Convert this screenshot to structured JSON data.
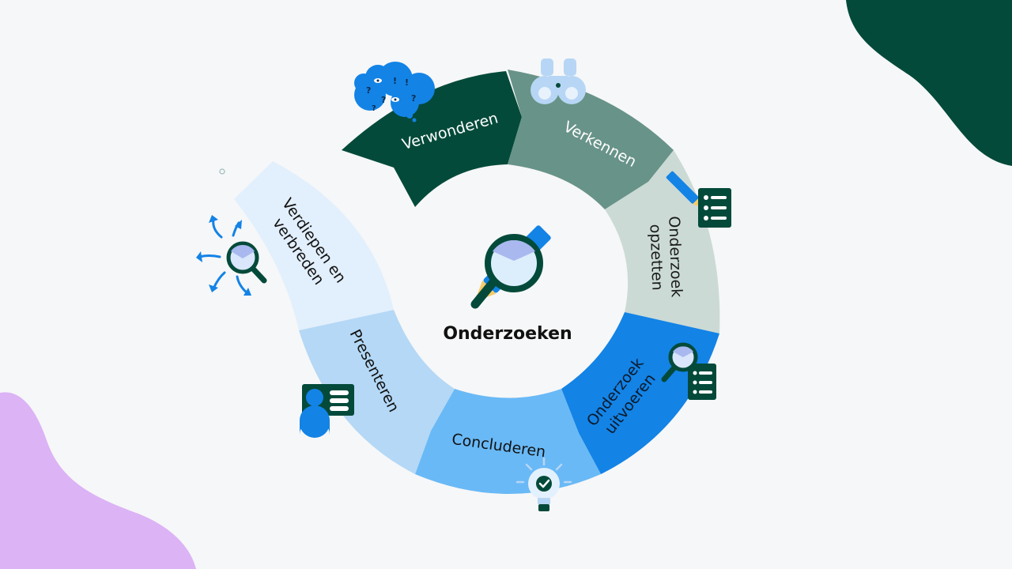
{
  "center": {
    "title": "Onderzoeken"
  },
  "segments": [
    {
      "label": "Verwonderen",
      "lines": [
        "Verwonderen"
      ],
      "color": "#034a3a",
      "text_color": "#ffffff"
    },
    {
      "label": "Verkennen",
      "lines": [
        "Verkennen"
      ],
      "color": "#689388",
      "text_color": "#ffffff"
    },
    {
      "label": "Onderzoek opzetten",
      "lines": [
        "Onderzoek",
        "opzetten"
      ],
      "color": "#cbdad5",
      "text_color": "#1a1a1a"
    },
    {
      "label": "Onderzoek uitvoeren",
      "lines": [
        "Onderzoek",
        "uitvoeren"
      ],
      "color": "#1383e6",
      "text_color": "#0a1a2a"
    },
    {
      "label": "Concluderen",
      "lines": [
        "Concluderen"
      ],
      "color": "#69b9f6",
      "text_color": "#111111"
    },
    {
      "label": "Presenteren",
      "lines": [
        "Presenteren"
      ],
      "color": "#b4d8f6",
      "text_color": "#111111"
    },
    {
      "label": "Verdiepen en verbreden",
      "lines": [
        "Verdiepen en",
        "verbreden"
      ],
      "color": "#e2effc",
      "text_color": "#111111"
    }
  ],
  "icons": {
    "thought_cloud": "thought-cloud-icon",
    "binoculars": "binoculars-icon",
    "pencil_checklist": "pencil-checklist-icon",
    "magnifier_checklist": "magnifier-checklist-icon",
    "lightbulb_check": "lightbulb-check-icon",
    "presenter_card": "presenter-card-icon",
    "magnifier_arrows": "magnifier-arrows-icon",
    "center_magnifier_pencil": "magnifier-pencil-icon"
  },
  "colors": {
    "background": "#f6f7f8",
    "dark_green": "#034a3a",
    "purple_blob": "#dcb3f5",
    "accent_blue": "#1383e6"
  }
}
